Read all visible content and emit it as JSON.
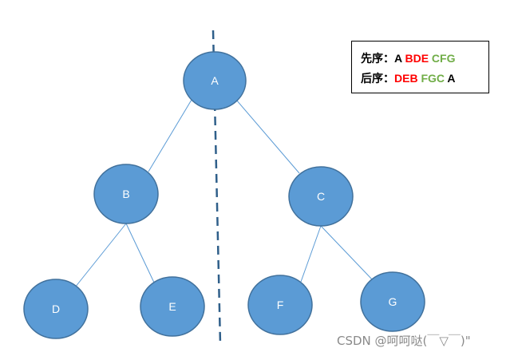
{
  "colors": {
    "node_fill": "#5b9bd5",
    "node_stroke": "#41719c",
    "edge": "#5b9bd5",
    "divider": "#2f5f8a",
    "black": "#000000",
    "red": "#ff0000",
    "green": "#70ad47"
  },
  "tree": {
    "nodes": {
      "A": "A",
      "B": "B",
      "C": "C",
      "D": "D",
      "E": "E",
      "F": "F",
      "G": "G"
    },
    "edges": [
      [
        "A",
        "B"
      ],
      [
        "A",
        "C"
      ],
      [
        "B",
        "D"
      ],
      [
        "B",
        "E"
      ],
      [
        "C",
        "F"
      ],
      [
        "C",
        "G"
      ]
    ]
  },
  "legend": {
    "preorder": {
      "label": "先序：",
      "parts": [
        {
          "text": "A",
          "color": "black"
        },
        {
          "text": " BDE",
          "color": "red"
        },
        {
          "text": " CFG",
          "color": "green"
        }
      ]
    },
    "postorder": {
      "label": "后序：",
      "parts": [
        {
          "text": "DEB",
          "color": "red"
        },
        {
          "text": " FGC",
          "color": "green"
        },
        {
          "text": " A",
          "color": "black"
        }
      ]
    }
  },
  "watermark": "CSDN @呵呵哒(￣▽￣)\""
}
